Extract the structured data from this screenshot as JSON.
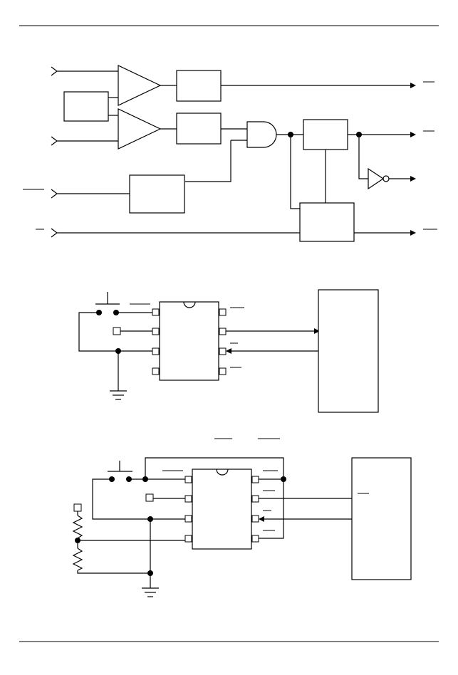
{
  "page": {
    "top_rule": true,
    "bottom_rule": true
  },
  "diagram_block": {
    "amplifiers": 2,
    "gates": [
      "and-gate",
      "inverter"
    ],
    "outputs": 4
  },
  "schematic_one": {
    "ic_pins_per_side": 4
  },
  "schematic_two": {
    "ic_pins_per_side": 4,
    "resistors": 2
  }
}
